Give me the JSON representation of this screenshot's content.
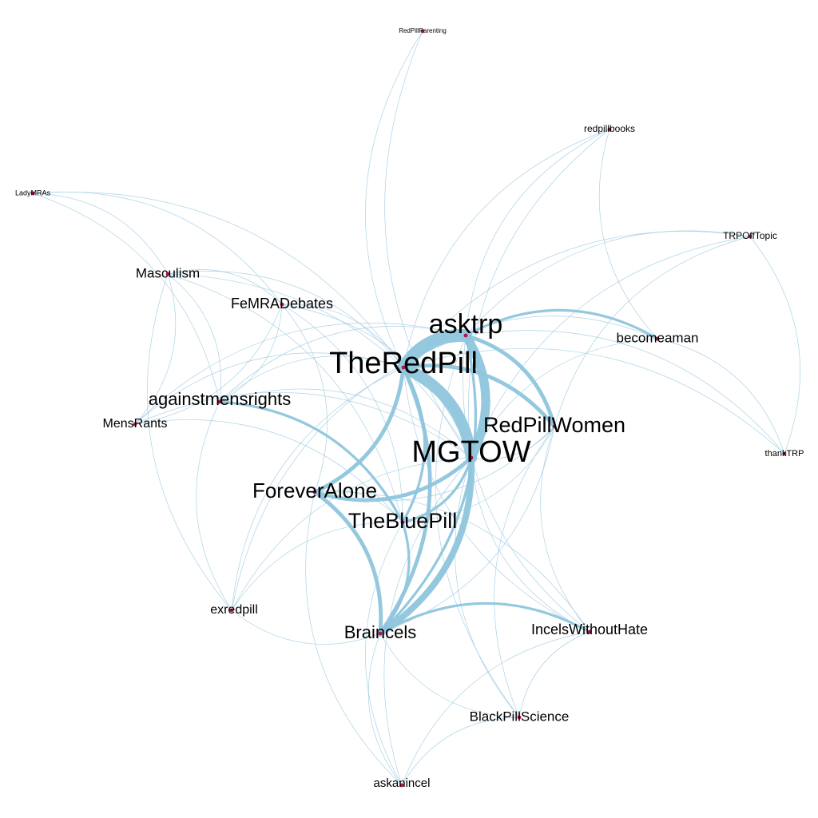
{
  "colors": {
    "edge": "#9ecae1",
    "edge_strong": "#8ec5dc",
    "node": "#b3124e",
    "label": "#000000"
  },
  "nodes": [
    {
      "id": "TheRedPill",
      "label": "TheRedPill"
    },
    {
      "id": "asktrp",
      "label": "asktrp"
    },
    {
      "id": "MGTOW",
      "label": "MGTOW"
    },
    {
      "id": "RedPillWomen",
      "label": "RedPillWomen"
    },
    {
      "id": "ForeverAlone",
      "label": "ForeverAlone"
    },
    {
      "id": "TheBluePill",
      "label": "TheBluePill"
    },
    {
      "id": "againstmensrights",
      "label": "againstmensrights"
    },
    {
      "id": "Braincels",
      "label": "Braincels"
    },
    {
      "id": "IncelsWithoutHate",
      "label": "IncelsWithoutHate"
    },
    {
      "id": "BlackPillScience",
      "label": "BlackPillScience"
    },
    {
      "id": "askanincel",
      "label": "askanincel"
    },
    {
      "id": "exredpill",
      "label": "exredpill"
    },
    {
      "id": "MensRants",
      "label": "MensRants"
    },
    {
      "id": "Masculism",
      "label": "Masculism"
    },
    {
      "id": "FeMRADebates",
      "label": "FeMRADebates"
    },
    {
      "id": "LadyMRAs",
      "label": "LadyMRAs"
    },
    {
      "id": "RedPillParenting",
      "label": "RedPillParenting"
    },
    {
      "id": "redpillbooks",
      "label": "redpillbooks"
    },
    {
      "id": "TRPOffTopic",
      "label": "TRPOffTopic"
    },
    {
      "id": "becomeaman",
      "label": "becomeaman"
    },
    {
      "id": "thankTRP",
      "label": "thankTRP"
    }
  ],
  "edges": [
    {
      "source": "TheRedPill",
      "target": "asktrp",
      "weight": 10
    },
    {
      "source": "TheRedPill",
      "target": "MGTOW",
      "weight": 9
    },
    {
      "source": "asktrp",
      "target": "MGTOW",
      "weight": 7
    },
    {
      "source": "MGTOW",
      "target": "Braincels",
      "weight": 5
    },
    {
      "source": "TheRedPill",
      "target": "Braincels",
      "weight": 3
    },
    {
      "source": "MGTOW",
      "target": "ForeverAlone",
      "weight": 3
    },
    {
      "source": "TheRedPill",
      "target": "ForeverAlone",
      "weight": 3
    },
    {
      "source": "ForeverAlone",
      "target": "Braincels",
      "weight": 3
    },
    {
      "source": "asktrp",
      "target": "RedPillWomen",
      "weight": 3
    },
    {
      "source": "TheRedPill",
      "target": "RedPillWomen",
      "weight": 3
    },
    {
      "source": "MGTOW",
      "target": "TheBluePill",
      "weight": 2
    },
    {
      "source": "TheRedPill",
      "target": "TheBluePill",
      "weight": 2
    },
    {
      "source": "asktrp",
      "target": "becomeaman",
      "weight": 2
    },
    {
      "source": "TheBluePill",
      "target": "Braincels",
      "weight": 2
    },
    {
      "source": "asktrp",
      "target": "Braincels",
      "weight": 2
    },
    {
      "source": "Braincels",
      "target": "IncelsWithoutHate",
      "weight": 2
    },
    {
      "source": "againstmensrights",
      "target": "TheBluePill",
      "weight": 2
    },
    {
      "source": "ForeverAlone",
      "target": "IncelsWithoutHate",
      "weight": 1
    },
    {
      "source": "RedPillWomen",
      "target": "Braincels",
      "weight": 1
    },
    {
      "source": "TheRedPill",
      "target": "RedPillParenting",
      "weight": 1
    },
    {
      "source": "MGTOW",
      "target": "RedPillParenting",
      "weight": 1
    },
    {
      "source": "asktrp",
      "target": "redpillbooks",
      "weight": 1
    },
    {
      "source": "TheRedPill",
      "target": "redpillbooks",
      "weight": 1
    },
    {
      "source": "MGTOW",
      "target": "redpillbooks",
      "weight": 1
    },
    {
      "source": "becomeaman",
      "target": "redpillbooks",
      "weight": 1
    },
    {
      "source": "TheRedPill",
      "target": "TRPOffTopic",
      "weight": 1
    },
    {
      "source": "asktrp",
      "target": "TRPOffTopic",
      "weight": 1
    },
    {
      "source": "MGTOW",
      "target": "TRPOffTopic",
      "weight": 1
    },
    {
      "source": "RedPillWomen",
      "target": "TRPOffTopic",
      "weight": 1
    },
    {
      "source": "TheRedPill",
      "target": "becomeaman",
      "weight": 1
    },
    {
      "source": "MGTOW",
      "target": "becomeaman",
      "weight": 1
    },
    {
      "source": "becomeaman",
      "target": "thankTRP",
      "weight": 1
    },
    {
      "source": "asktrp",
      "target": "thankTRP",
      "weight": 1
    },
    {
      "source": "TheRedPill",
      "target": "thankTRP",
      "weight": 1
    },
    {
      "source": "TRPOffTopic",
      "target": "thankTRP",
      "weight": 1
    },
    {
      "source": "LadyMRAs",
      "target": "Masculism",
      "weight": 1
    },
    {
      "source": "LadyMRAs",
      "target": "FeMRADebates",
      "weight": 1
    },
    {
      "source": "LadyMRAs",
      "target": "TheRedPill",
      "weight": 1
    },
    {
      "source": "LadyMRAs",
      "target": "againstmensrights",
      "weight": 1
    },
    {
      "source": "Masculism",
      "target": "TheRedPill",
      "weight": 1
    },
    {
      "source": "Masculism",
      "target": "MGTOW",
      "weight": 1
    },
    {
      "source": "Masculism",
      "target": "FeMRADebates",
      "weight": 1
    },
    {
      "source": "Masculism",
      "target": "againstmensrights",
      "weight": 1
    },
    {
      "source": "Masculism",
      "target": "MensRants",
      "weight": 1
    },
    {
      "source": "Masculism",
      "target": "TheBluePill",
      "weight": 1
    },
    {
      "source": "FeMRADebates",
      "target": "TheRedPill",
      "weight": 1
    },
    {
      "source": "FeMRADebates",
      "target": "MGTOW",
      "weight": 1
    },
    {
      "source": "FeMRADebates",
      "target": "againstmensrights",
      "weight": 1
    },
    {
      "source": "FeMRADebates",
      "target": "TheBluePill",
      "weight": 1
    },
    {
      "source": "FeMRADebates",
      "target": "ForeverAlone",
      "weight": 1
    },
    {
      "source": "FeMRADebates",
      "target": "MensRants",
      "weight": 1
    },
    {
      "source": "againstmensrights",
      "target": "TheRedPill",
      "weight": 1
    },
    {
      "source": "againstmensrights",
      "target": "MGTOW",
      "weight": 1
    },
    {
      "source": "againstmensrights",
      "target": "asktrp",
      "weight": 1
    },
    {
      "source": "MensRants",
      "target": "TheRedPill",
      "weight": 1
    },
    {
      "source": "MensRants",
      "target": "MGTOW",
      "weight": 1
    },
    {
      "source": "MensRants",
      "target": "TheBluePill",
      "weight": 1
    },
    {
      "source": "MensRants",
      "target": "asktrp",
      "weight": 1
    },
    {
      "source": "exredpill",
      "target": "TheRedPill",
      "weight": 1
    },
    {
      "source": "exredpill",
      "target": "MGTOW",
      "weight": 1
    },
    {
      "source": "exredpill",
      "target": "TheBluePill",
      "weight": 1
    },
    {
      "source": "exredpill",
      "target": "Masculism",
      "weight": 1
    },
    {
      "source": "exredpill",
      "target": "againstmensrights",
      "weight": 1
    },
    {
      "source": "exredpill",
      "target": "asktrp",
      "weight": 1
    },
    {
      "source": "askanincel",
      "target": "Braincels",
      "weight": 1
    },
    {
      "source": "askanincel",
      "target": "ForeverAlone",
      "weight": 1
    },
    {
      "source": "askanincel",
      "target": "IncelsWithoutHate",
      "weight": 1
    },
    {
      "source": "askanincel",
      "target": "BlackPillScience",
      "weight": 1
    },
    {
      "source": "askanincel",
      "target": "MGTOW",
      "weight": 1
    },
    {
      "source": "askanincel",
      "target": "TheBluePill",
      "weight": 1
    },
    {
      "source": "BlackPillScience",
      "target": "Braincels",
      "weight": 1
    },
    {
      "source": "BlackPillScience",
      "target": "IncelsWithoutHate",
      "weight": 1
    },
    {
      "source": "BlackPillScience",
      "target": "MGTOW",
      "weight": 1
    },
    {
      "source": "BlackPillScience",
      "target": "RedPillWomen",
      "weight": 1
    },
    {
      "source": "BlackPillScience",
      "target": "asktrp",
      "weight": 1
    },
    {
      "source": "IncelsWithoutHate",
      "target": "MGTOW",
      "weight": 1
    },
    {
      "source": "IncelsWithoutHate",
      "target": "TheRedPill",
      "weight": 1
    },
    {
      "source": "IncelsWithoutHate",
      "target": "asktrp",
      "weight": 1
    },
    {
      "source": "IncelsWithoutHate",
      "target": "RedPillWomen",
      "weight": 1
    },
    {
      "source": "RedPillWomen",
      "target": "ForeverAlone",
      "weight": 1
    },
    {
      "source": "RedPillWomen",
      "target": "TheBluePill",
      "weight": 1
    },
    {
      "source": "RedPillWomen",
      "target": "MGTOW",
      "weight": 1
    },
    {
      "source": "ForeverAlone",
      "target": "TheBluePill",
      "weight": 1
    },
    {
      "source": "Braincels",
      "target": "exredpill",
      "weight": 1
    }
  ]
}
